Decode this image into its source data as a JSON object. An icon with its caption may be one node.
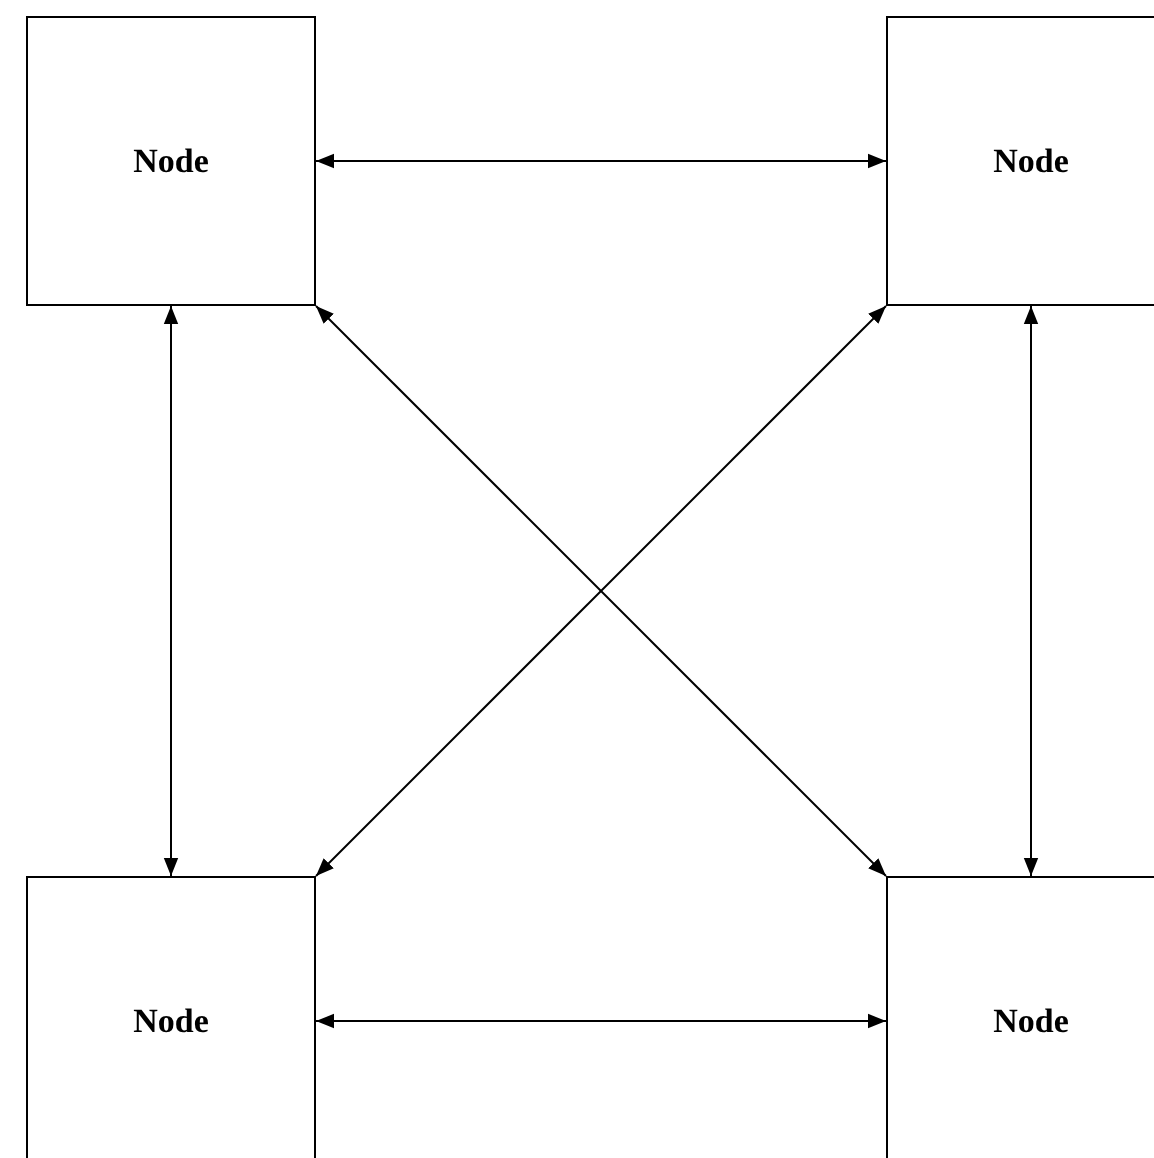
{
  "diagram": {
    "nodes": [
      {
        "text": [
          "Node"
        ]
      },
      {
        "text": [
          "Node"
        ]
      },
      {
        "text": [
          "Node"
        ]
      },
      {
        "text": [
          "Node"
        ]
      }
    ],
    "edges": [
      {
        "from": 0,
        "to": 1,
        "arrow": "both"
      },
      {
        "from": 0,
        "to": 2,
        "arrow": "both"
      },
      {
        "from": 0,
        "to": 3,
        "arrow": "both"
      },
      {
        "from": 1,
        "to": 2,
        "arrow": "both"
      },
      {
        "from": 1,
        "to": 3,
        "arrow": "both"
      },
      {
        "from": 2,
        "to": 3,
        "arrow": "both"
      }
    ]
  }
}
